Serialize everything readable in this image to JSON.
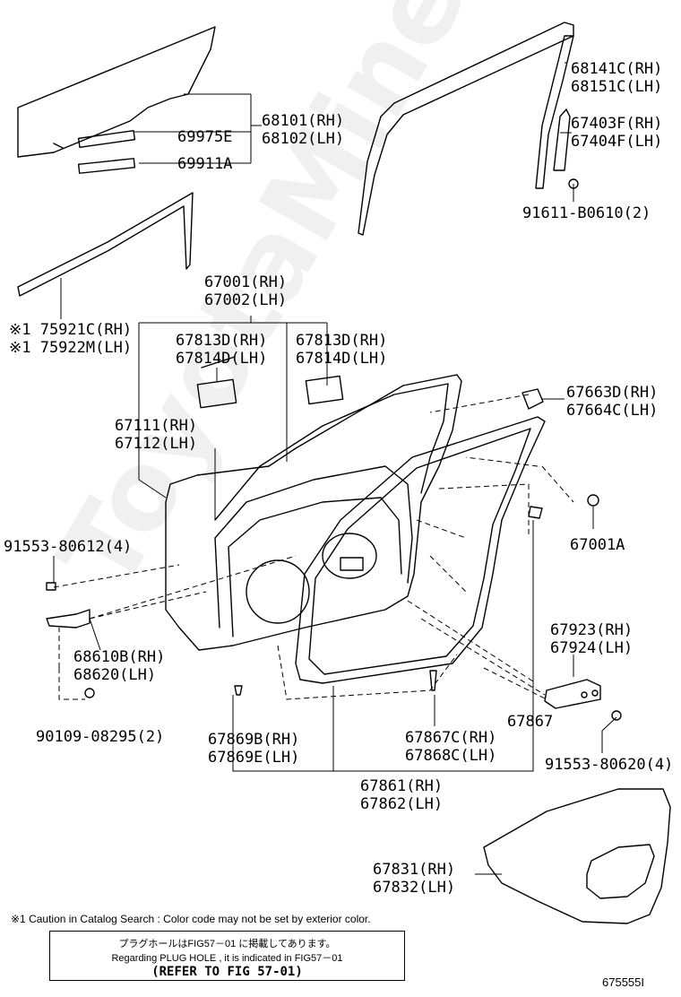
{
  "watermark": "ToyotaMiner.ru",
  "labels": {
    "p68141": [
      "68141C(RH)",
      "68151C(LH)"
    ],
    "p67403": [
      "67403F(RH)",
      "67404F(LH)"
    ],
    "p91611": [
      "91611-B0610(2)"
    ],
    "p68101": [
      "68101(RH)",
      "68102(LH)"
    ],
    "p69975": [
      "69975E"
    ],
    "p69911": [
      "69911A"
    ],
    "p75921": [
      "※1 75921C(RH)",
      "※1 75922M(LH)"
    ],
    "p67001": [
      "67001(RH)",
      "67002(LH)"
    ],
    "p67813a": [
      "67813D(RH)",
      "67814D(LH)"
    ],
    "p67813b": [
      "67813D(RH)",
      "67814D(LH)"
    ],
    "p67663": [
      "67663D(RH)",
      "67664C(LH)"
    ],
    "p67111": [
      "67111(RH)",
      "67112(LH)"
    ],
    "p91553a": [
      "91553-80612(4)"
    ],
    "p67001a": [
      "67001A"
    ],
    "p68610": [
      "68610B(RH)",
      "68620(LH)"
    ],
    "p67923": [
      "67923(RH)",
      "67924(LH)"
    ],
    "p90109": [
      "90109-08295(2)"
    ],
    "p67869": [
      "67869B(RH)",
      "67869E(LH)"
    ],
    "p67867c": [
      "67867C(RH)",
      "67868C(LH)"
    ],
    "p67867": [
      "67867"
    ],
    "p91553b": [
      "91553-80620(4)"
    ],
    "p67861": [
      "67861(RH)",
      "67862(LH)"
    ],
    "p67831": [
      "67831(RH)",
      "67832(LH)"
    ]
  },
  "footnote": "※1 Caution in Catalog Search : Color code may not be set by exterior color.",
  "refbox": {
    "line1": "プラグホールはFIG57－01 に掲載してあります。",
    "line2": "Regarding PLUG HOLE , it is indicated in FIG57－01",
    "line3": "(REFER TO FIG 57-01)"
  },
  "figure_number": "675555I"
}
